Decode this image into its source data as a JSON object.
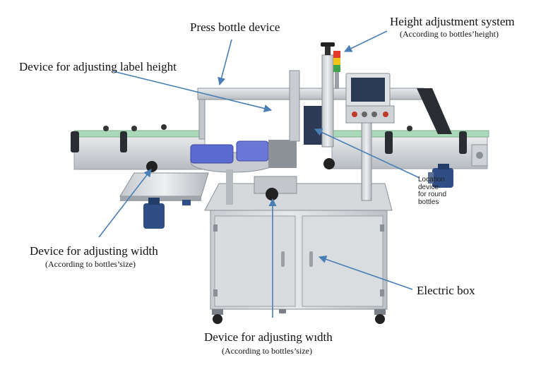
{
  "diagram": {
    "labels": {
      "press_bottle_device": "Press bottle device",
      "height_adjustment_system": "Height adjustment system",
      "height_adjustment_note": "(According to bottles’height)",
      "label_height_device": "Device for adjusting label height",
      "location_device_line1": "Location device",
      "location_device_line2": "for round bottles",
      "width_device_left": "Device for adjusting width",
      "width_device_left_note": "(According to bottles’size)",
      "electric_box": "Electric box",
      "width_device_bottom": "Device for adjusting wıdth",
      "width_device_bottom_note": "(According to bottles’size)"
    },
    "colors": {
      "arrow": "#4a7fb5",
      "steel_light": "#dcdfe2",
      "steel_mid": "#b9bec3",
      "steel_dark": "#8a9096",
      "conveyor_green": "#a9d9b9",
      "motor_blue": "#2f4e86",
      "label_roll": "#5a6ad0"
    }
  }
}
